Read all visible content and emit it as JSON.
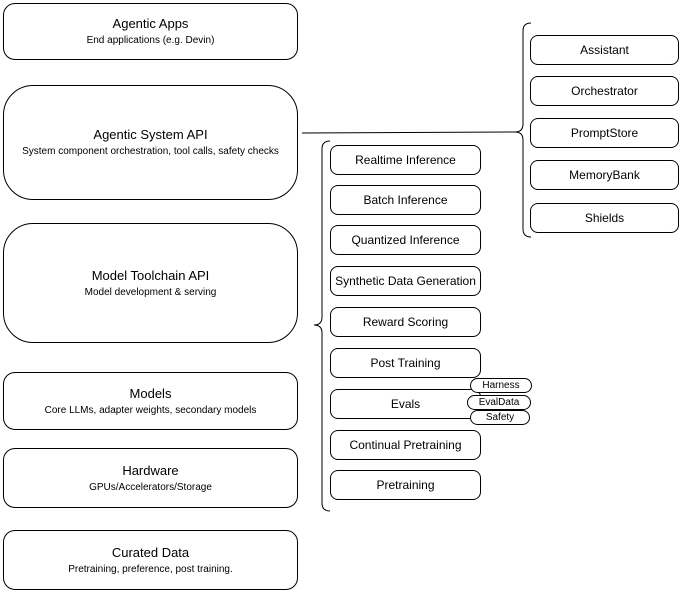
{
  "left_column": {
    "boxes": [
      {
        "title": "Agentic Apps",
        "subtitle": "End applications (e.g. Devin)"
      },
      {
        "title": "Agentic System API",
        "subtitle": "System component orchestration, tool calls, safety checks"
      },
      {
        "title": "Model Toolchain API",
        "subtitle": "Model development & serving"
      },
      {
        "title": "Models",
        "subtitle": "Core LLMs, adapter weights, secondary models"
      },
      {
        "title": "Hardware",
        "subtitle": "GPUs/Accelerators/Storage"
      },
      {
        "title": "Curated Data",
        "subtitle": "Pretraining, preference, post training."
      }
    ]
  },
  "toolchain_column": {
    "boxes": [
      {
        "label": "Realtime Inference"
      },
      {
        "label": "Batch Inference"
      },
      {
        "label": "Quantized Inference"
      },
      {
        "label": "Synthetic Data Generation"
      },
      {
        "label": "Reward Scoring"
      },
      {
        "label": "Post Training"
      },
      {
        "label": "Evals"
      },
      {
        "label": "Continual Pretraining"
      },
      {
        "label": "Pretraining"
      }
    ]
  },
  "system_column": {
    "boxes": [
      {
        "label": "Assistant"
      },
      {
        "label": "Orchestrator"
      },
      {
        "label": "PromptStore"
      },
      {
        "label": "MemoryBank"
      },
      {
        "label": "Shields"
      }
    ]
  },
  "evals_badges": [
    {
      "label": "Harness"
    },
    {
      "label": "EvalData"
    },
    {
      "label": "Safety"
    }
  ],
  "colors": {
    "line": "#000000",
    "background": "#ffffff",
    "text": "#000000"
  }
}
